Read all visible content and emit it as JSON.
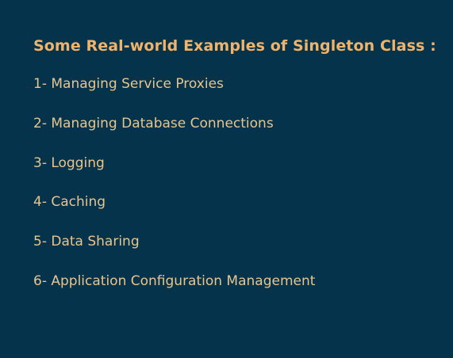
{
  "heading": "Some Real-world Examples of Singleton Class :",
  "items": [
    "1- Managing Service Proxies",
    "2- Managing Database Connections",
    "3- Logging",
    "4- Caching",
    "5- Data Sharing",
    "6- Application Configuration Management"
  ],
  "colors": {
    "background": "#04334b",
    "heading": "#f0b36b",
    "item_text": "#e8c58e"
  }
}
